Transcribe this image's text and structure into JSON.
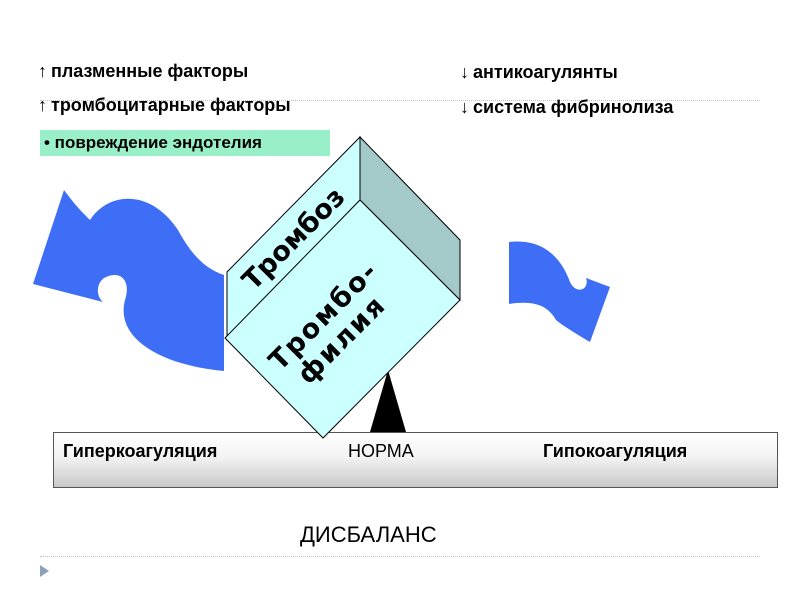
{
  "left_factors": [
    {
      "arrow": "↑",
      "text": "плазменные  факторы"
    },
    {
      "arrow": "↑",
      "text": "тромбоцитарные  факторы"
    }
  ],
  "right_factors": [
    {
      "arrow": "↓",
      "text": "антикоагулянты"
    },
    {
      "arrow": "↓",
      "text": "система фибринолиза"
    }
  ],
  "endothelium": "• повреждение  эндотелия",
  "cube": {
    "top_label": "Тромбоз",
    "front_line1": "Тромбо-",
    "front_line2": "филия"
  },
  "scale": {
    "left": "Гиперкоагуляция",
    "center": "НОРМА",
    "right": "Гипокоагуляция"
  },
  "bottom_label": "ДИСБАЛАНС",
  "colors": {
    "arrow_blue": "#3d6ef5",
    "cube_front": "#ccffff",
    "cube_side": "#a3c9c9",
    "endothelium_bg": "#99f0c8",
    "bullet_triangle": "#8ea0b5"
  }
}
